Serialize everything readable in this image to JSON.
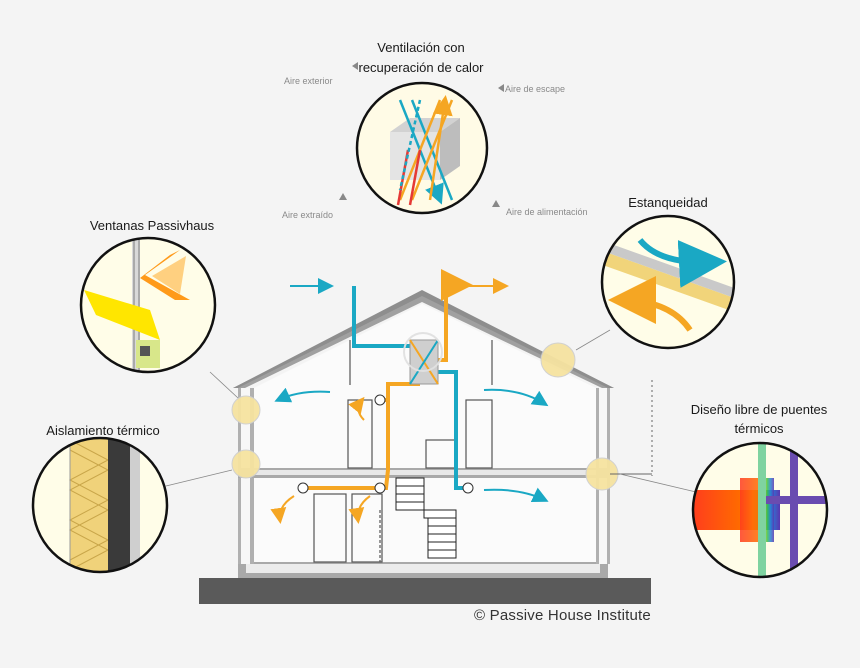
{
  "titles": {
    "ventilation_line1": "Ventilación con",
    "ventilation_line2": "recuperación de calor",
    "windows": "Ventanas Passivhaus",
    "insulation": "Aislamiento térmico",
    "airtightness": "Estanqueidad",
    "thermal_bridge_line1": "Diseño libre de puentes",
    "thermal_bridge_line2": "térmicos"
  },
  "air_labels": {
    "outdoor": "Aire exterior",
    "exhaust": "Aire de escape",
    "extract": "Aire extraído",
    "supply": "Aire de alimentación"
  },
  "copyright": "© Passive House Institute",
  "colors": {
    "background": "#f4f4f4",
    "fresh_air": "#1aa8c4",
    "warm_air": "#f5a623",
    "highlight": "#f6e3a0",
    "wall": "#9a9a9a",
    "ground": "#5a5a5a"
  }
}
